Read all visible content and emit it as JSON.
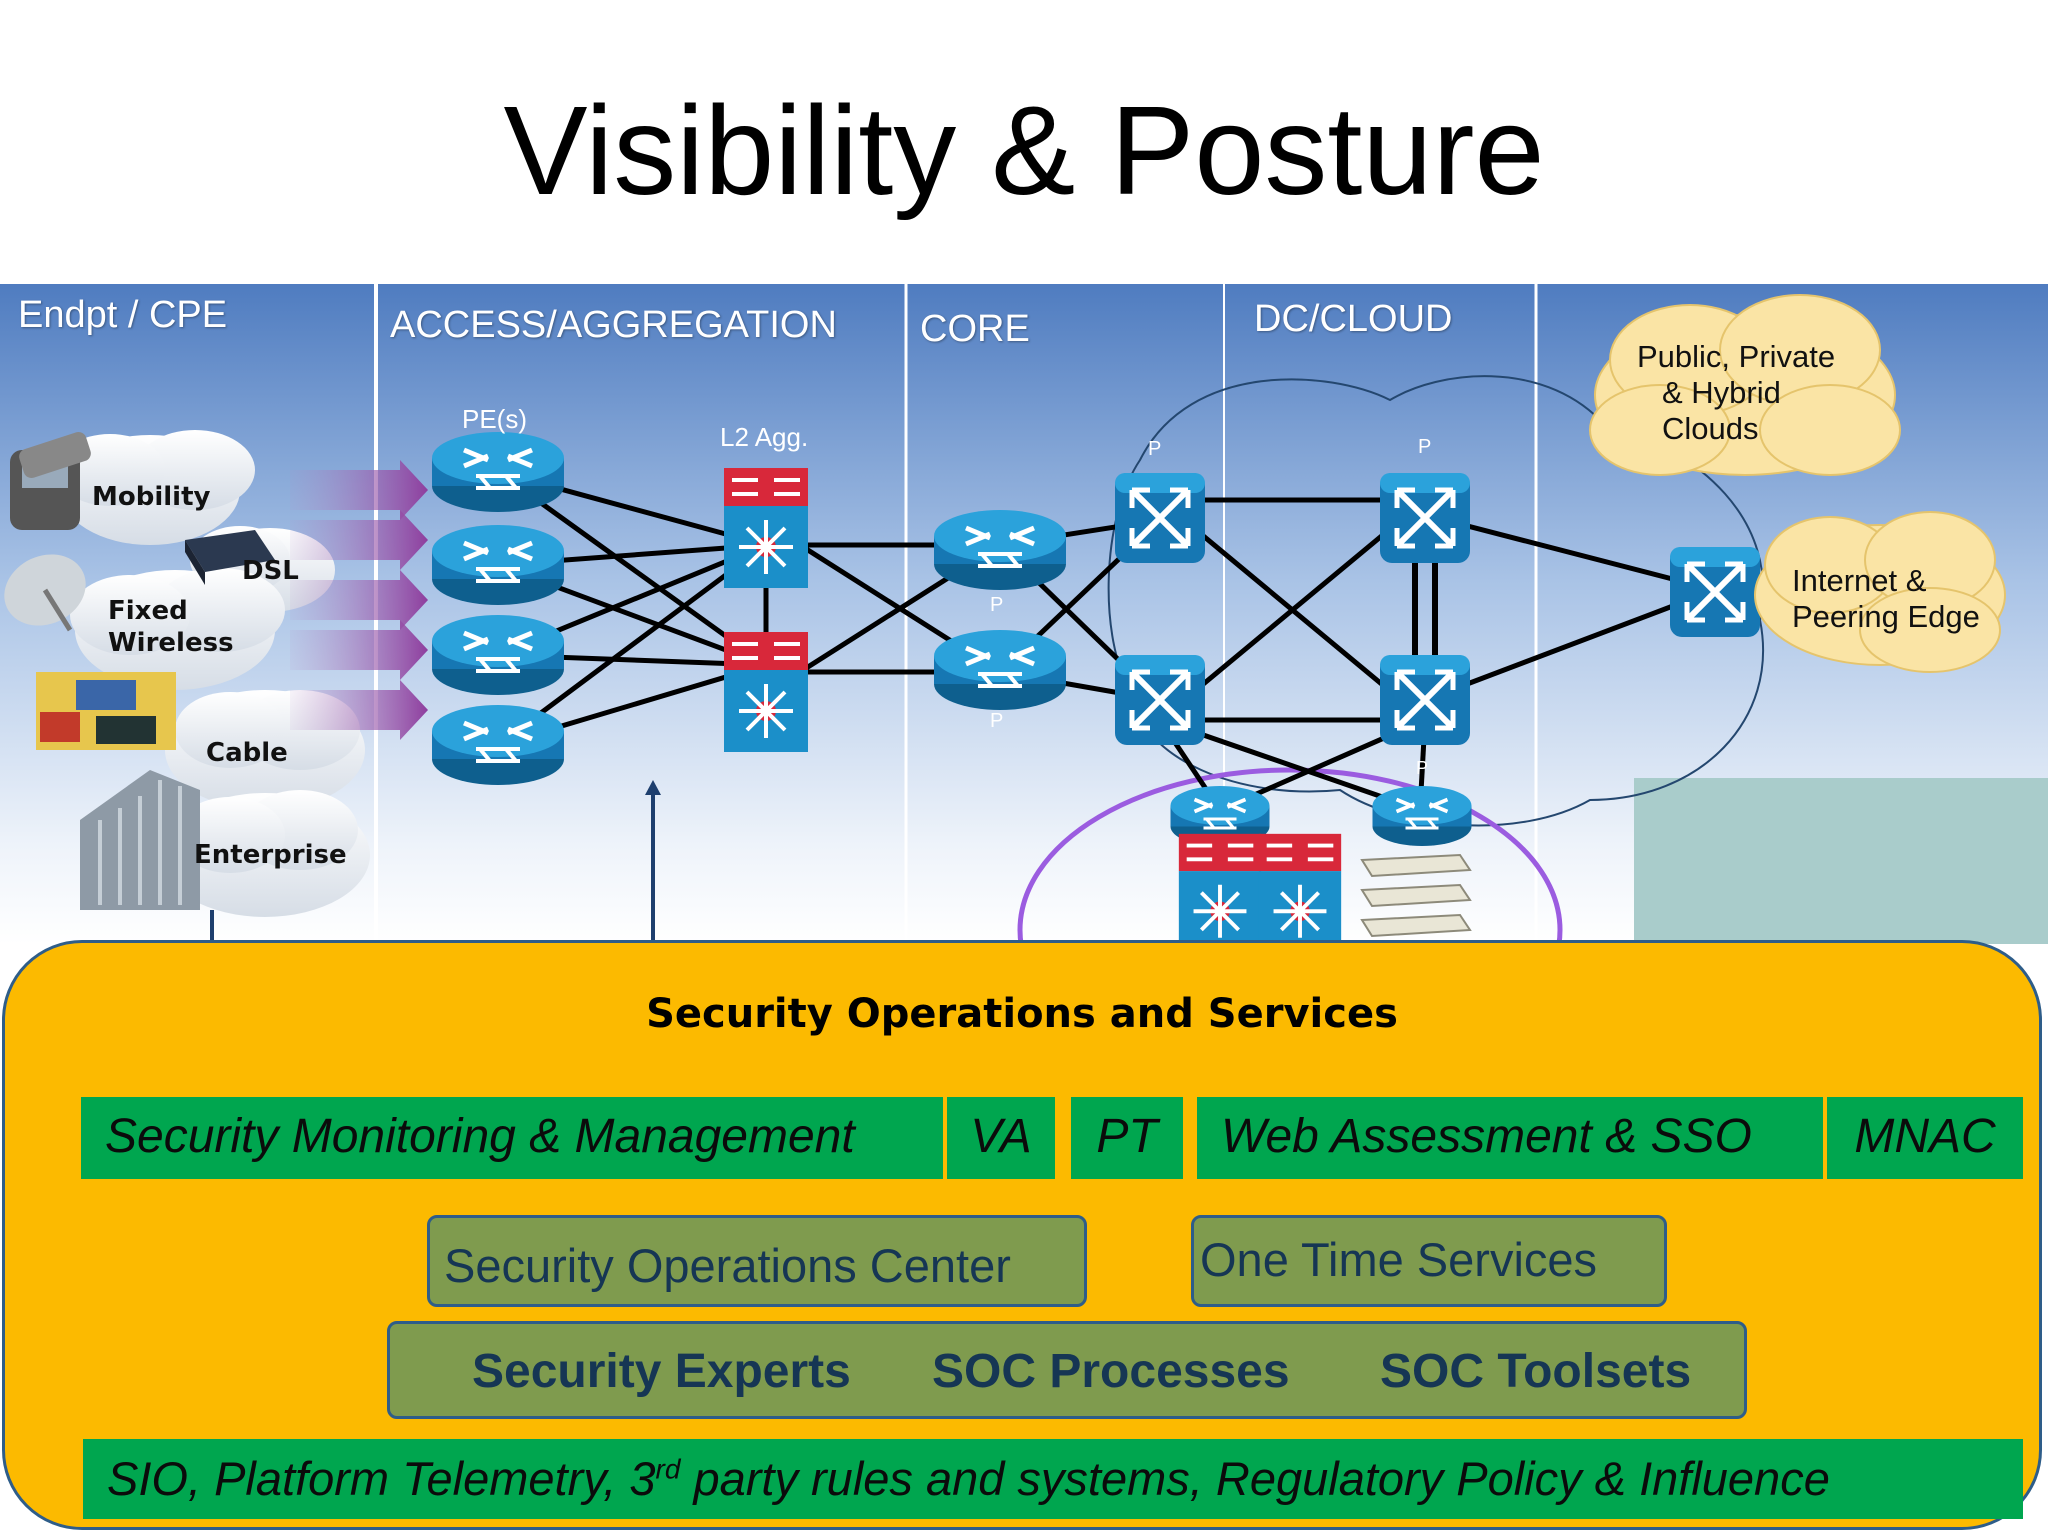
{
  "title": "Visibility & Posture",
  "sections": {
    "endpoint": "Endpt / CPE",
    "access": "ACCESS/AGGREGATION",
    "core": "CORE",
    "dc": "DC/CLOUD"
  },
  "endpoints": {
    "mobility": "Mobility",
    "dsl": "DSL",
    "fixed_wireless_1": "Fixed",
    "fixed_wireless_2": "Wireless",
    "cable": "Cable",
    "enterprise": "Enterprise"
  },
  "network": {
    "pe": "PE(s)",
    "l2": "L2 Agg.",
    "p1": "P",
    "p2": "P",
    "core_p1": "P",
    "core_p2": "P",
    "edge_p": "P",
    "clouds_line1": "Public, Private",
    "clouds_line2": "& Hybrid",
    "clouds_line3": "Clouds",
    "internet_line1": "Internet &",
    "internet_line2": "Peering Edge"
  },
  "soc": {
    "title": "Security Operations and Services",
    "bar_items": [
      "Security Monitoring & Management",
      "VA",
      "PT",
      "Web Assessment & SSO",
      "MNAC"
    ],
    "soc_center": "Security Operations Center",
    "one_time": "One Time Services",
    "experts": "Security Experts",
    "processes": "SOC Processes",
    "toolsets": "SOC Toolsets",
    "footer_a": "SIO, Platform Telemetry, 3",
    "footer_sup": "rd",
    "footer_b": " party rules and systems, Regulatory Policy & Influence"
  },
  "colors": {
    "panel": "#FCBA00",
    "green": "#00A64F",
    "olive": "#7F9B4E",
    "router": "#1B8FC9",
    "switch_red": "#D8283A",
    "band_top": "#4F7CC0"
  }
}
